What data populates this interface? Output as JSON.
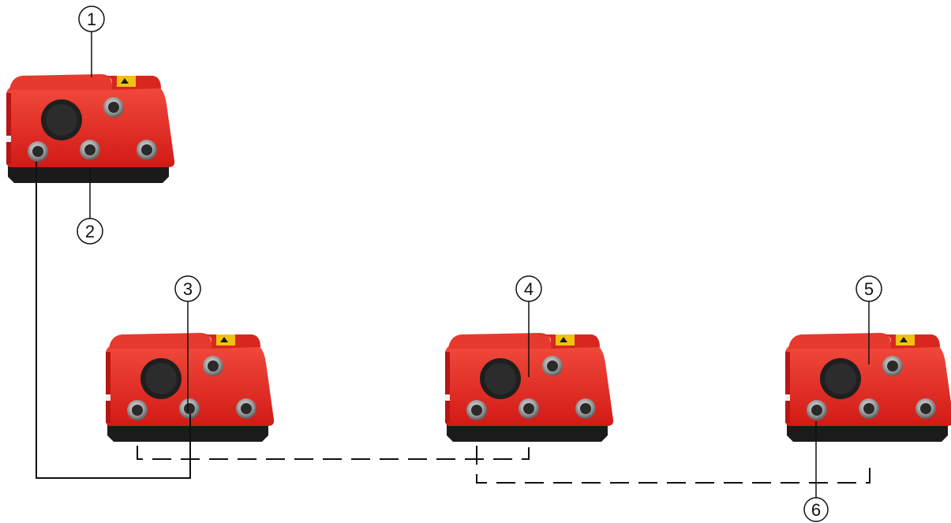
{
  "callouts": [
    {
      "id": "c1",
      "label": "1"
    },
    {
      "id": "c2",
      "label": "2"
    },
    {
      "id": "c3",
      "label": "3"
    },
    {
      "id": "c4",
      "label": "4"
    },
    {
      "id": "c5",
      "label": "5"
    },
    {
      "id": "c6",
      "label": "6"
    }
  ],
  "devices": [
    {
      "name": "device-1",
      "role": "primary"
    },
    {
      "name": "device-3",
      "role": "secondary"
    },
    {
      "name": "device-4",
      "role": "secondary"
    },
    {
      "name": "device-5",
      "role": "secondary"
    }
  ],
  "connections": [
    {
      "name": "cable-solid",
      "style": "solid"
    },
    {
      "name": "cable-dashed-3-4",
      "style": "dashed"
    },
    {
      "name": "cable-dashed-4-5",
      "style": "dashed"
    }
  ],
  "colors": {
    "housing": "#e8231f",
    "housing_dark": "#b81612",
    "base": "#1b1b1b",
    "connector": "#9a9a9a",
    "label_sticker": "#f2c20f",
    "line": "#111111"
  }
}
